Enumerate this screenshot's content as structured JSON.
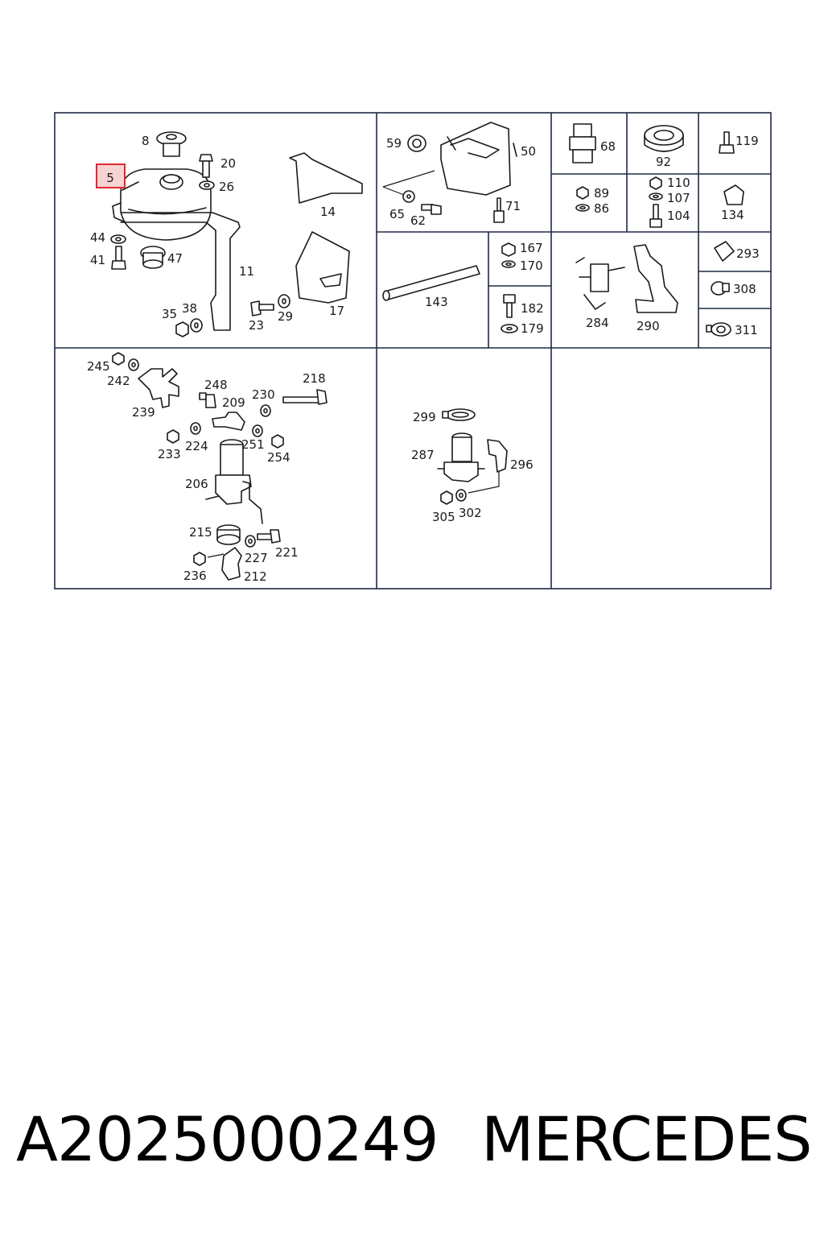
{
  "highlight": {
    "label": "5",
    "color": "#e0282e",
    "fill": "#f7d3d4"
  },
  "labels": {
    "p8": "8",
    "p20": "20",
    "p26": "26",
    "p14": "14",
    "p44": "44",
    "p41": "41",
    "p47": "47",
    "p11": "11",
    "p17": "17",
    "p35": "35",
    "p38": "38",
    "p23": "23",
    "p29": "29",
    "p59": "59",
    "p50": "50",
    "p65": "65",
    "p62": "62",
    "p71": "71",
    "p68": "68",
    "p92": "92",
    "p119": "119",
    "p89": "89",
    "p86": "86",
    "p110": "110",
    "p107": "107",
    "p104": "104",
    "p134": "134",
    "p143": "143",
    "p167": "167",
    "p170": "170",
    "p182": "182",
    "p179": "179",
    "p284": "284",
    "p290": "290",
    "p293": "293",
    "p308": "308",
    "p311": "311",
    "p245": "245",
    "p242": "242",
    "p239": "239",
    "p248": "248",
    "p209": "209",
    "p230": "230",
    "p218": "218",
    "p233": "233",
    "p224": "224",
    "p251": "251",
    "p254": "254",
    "p206": "206",
    "p215": "215",
    "p221": "221",
    "p227": "227",
    "p236": "236",
    "p212": "212",
    "p299": "299",
    "p287": "287",
    "p296": "296",
    "p305": "305",
    "p302": "302"
  },
  "footer": {
    "part_number": "A2025000249",
    "brand": "MERCEDES"
  }
}
